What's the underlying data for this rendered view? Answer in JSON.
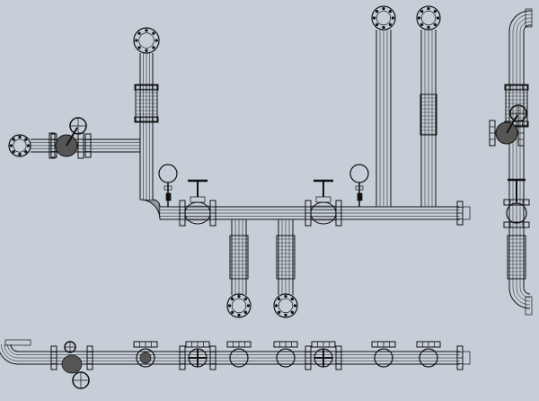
{
  "drawing": {
    "background_color": "#c6cfd7",
    "line_color": "#111111",
    "views": [
      "top-view",
      "side-view",
      "front-view"
    ]
  }
}
